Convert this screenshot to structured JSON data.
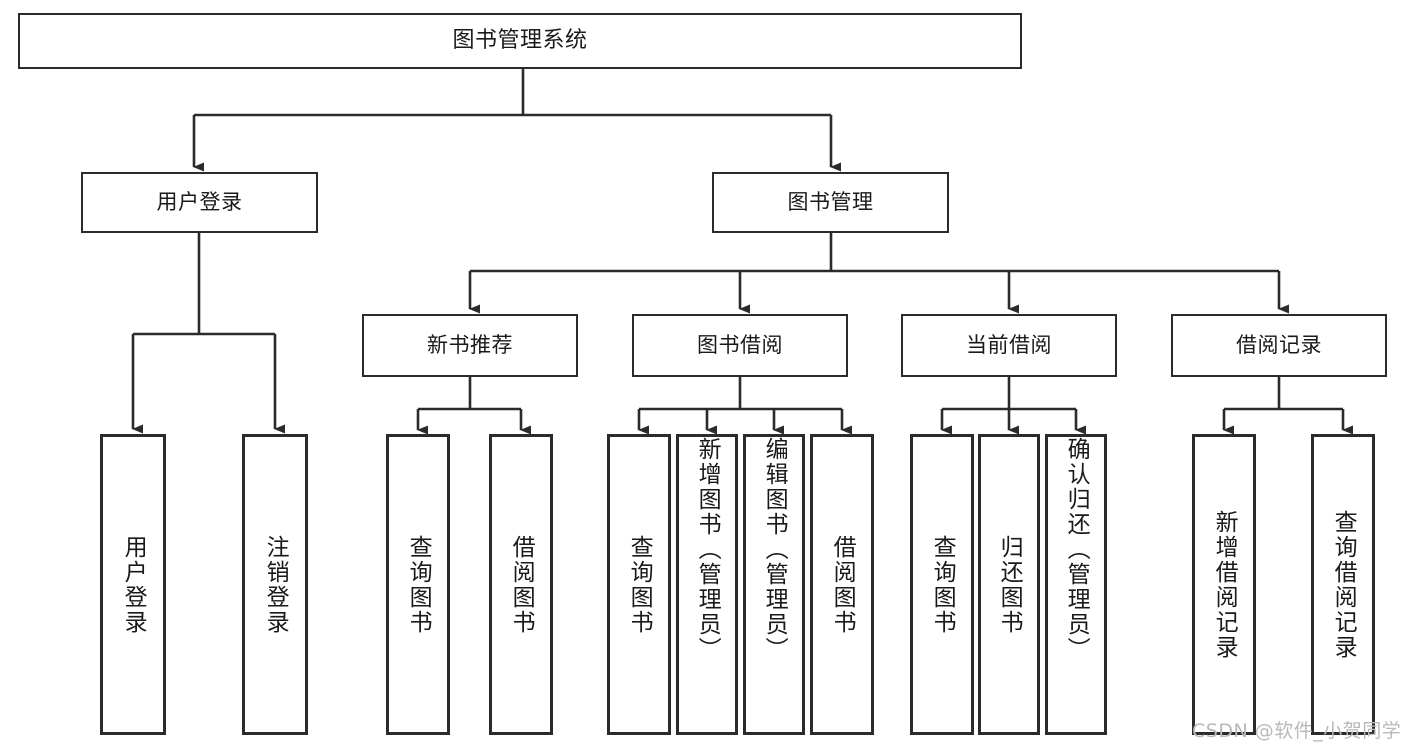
{
  "diagram": {
    "type": "tree",
    "title": "图书管理系统",
    "watermark": "CSDN @软件_小贺同学",
    "colors": {
      "stroke": "#2b2b2b",
      "fill": "#ffffff",
      "text": "#1a1a1a",
      "watermark": "#b9b9b9"
    },
    "root": {
      "label": "图书管理系统"
    },
    "level2": [
      {
        "label": "用户登录"
      },
      {
        "label": "图书管理"
      }
    ],
    "level3": [
      {
        "label": "新书推荐"
      },
      {
        "label": "图书借阅"
      },
      {
        "label": "当前借阅"
      },
      {
        "label": "借阅记录"
      }
    ],
    "leaves": {
      "user_login": [
        {
          "label": "用户登录"
        },
        {
          "label": "注销登录"
        }
      ],
      "new_book": [
        {
          "label": "查询图书"
        },
        {
          "label": "借阅图书"
        }
      ],
      "book_borrow": [
        {
          "label": "查询图书"
        },
        {
          "label": "新增图书（管理员）"
        },
        {
          "label": "编辑图书（管理员）"
        },
        {
          "label": "借阅图书"
        }
      ],
      "current_borrow": [
        {
          "label": "查询图书"
        },
        {
          "label": "归还图书"
        },
        {
          "label": "确认归还（管理员）"
        }
      ],
      "borrow_record": [
        {
          "label": "新增借阅记录"
        },
        {
          "label": "查询借阅记录"
        }
      ]
    }
  }
}
